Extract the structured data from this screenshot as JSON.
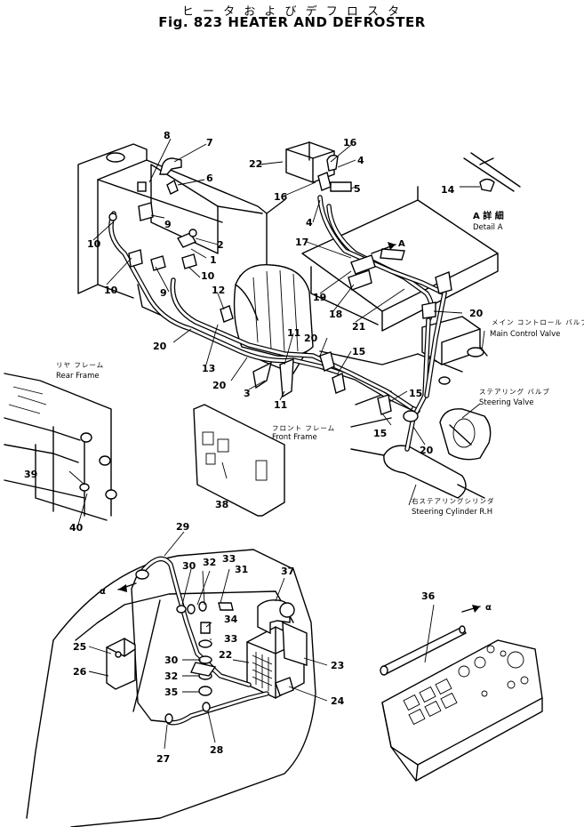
{
  "title": {
    "japanese": "ヒ ー タ お よ び デ フ ロ ス タ",
    "english": "Fig. 823 HEATER AND DEFROSTER"
  },
  "labels": {
    "main_control_valve_jp": "メイン コントロール バルブ",
    "main_control_valve": "Main Control Valve",
    "steering_valve_jp": "ステアリング バルブ",
    "steering_valve": "Steering Valve",
    "rear_frame_jp": "リヤ フレーム",
    "rear_frame": "Rear Frame",
    "front_frame_jp": "フロント フレーム",
    "front_frame": "Front Frame",
    "steering_cylinder_jp": "右ステアリングシリンダ",
    "steering_cylinder": "Steering Cylinder R.H",
    "detail_a_jp": "A 詳 細",
    "detail_a": "Detail A",
    "arrow_a": "A",
    "arrow_a_detail": "A",
    "alpha_left": "α",
    "alpha_right": "α"
  },
  "callouts": {
    "c1": "1",
    "c2": "2",
    "c3": "3",
    "c4a": "4",
    "c4b": "4",
    "c5": "5",
    "c6": "6",
    "c7": "7",
    "c8": "8",
    "c9a": "9",
    "c9b": "9",
    "c10a": "10",
    "c10b": "10",
    "c10c": "10",
    "c11a": "11",
    "c11b": "11",
    "c12": "12",
    "c13": "13",
    "c14": "14",
    "c15a": "15",
    "c15b": "15",
    "c15c": "15",
    "c16a": "16",
    "c16b": "16",
    "c17": "17",
    "c18": "18",
    "c19": "19",
    "c20a": "20",
    "c20b": "20",
    "c20c": "20",
    "c20d": "20",
    "c20e": "20",
    "c21": "21",
    "c22a": "22",
    "c22b": "22",
    "c23": "23",
    "c24": "24",
    "c25": "25",
    "c26": "26",
    "c27": "27",
    "c28": "28",
    "c29": "29",
    "c30a": "30",
    "c30b": "30",
    "c31": "31",
    "c32a": "32",
    "c32b": "32",
    "c33a": "33",
    "c33b": "33",
    "c34": "34",
    "c35": "35",
    "c36": "36",
    "c37": "37",
    "c38": "38",
    "c39": "39",
    "c40": "40"
  }
}
